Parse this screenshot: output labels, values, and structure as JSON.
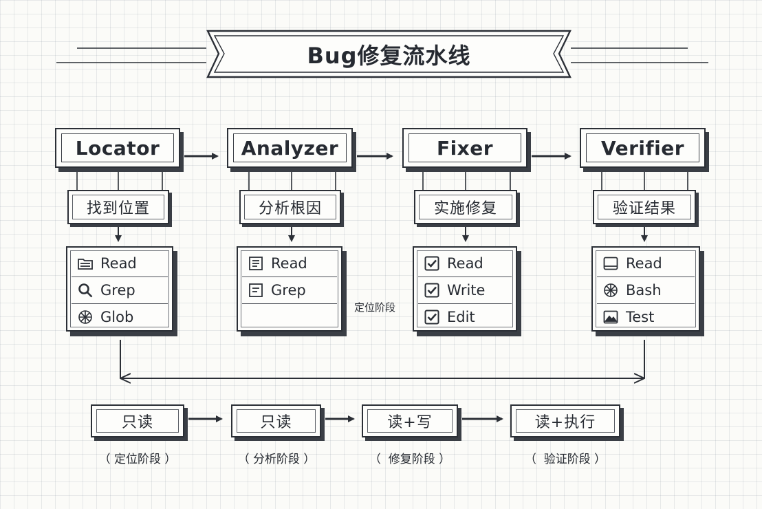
{
  "title": "Bug修复流水线",
  "agents": [
    {
      "name": "Locator",
      "role": "找到位置",
      "tools": [
        {
          "icon": "folder-icon",
          "label": "Read"
        },
        {
          "icon": "magnifier-icon",
          "label": "Grep"
        },
        {
          "icon": "globe-icon",
          "label": "Glob"
        }
      ]
    },
    {
      "name": "Analyzer",
      "role": "分析根因",
      "tools": [
        {
          "icon": "document-icon",
          "label": "Read"
        },
        {
          "icon": "document-icon",
          "label": "Grep"
        },
        {
          "icon": "",
          "label": ""
        }
      ]
    },
    {
      "name": "Fixer",
      "role": "实施修复",
      "tools": [
        {
          "icon": "checkbox-icon",
          "label": "Read"
        },
        {
          "icon": "checkbox-icon",
          "label": "Write"
        },
        {
          "icon": "checkbox-icon",
          "label": "Edit"
        }
      ]
    },
    {
      "name": "Verifier",
      "role": "验证结果",
      "tools": [
        {
          "icon": "terminal-icon",
          "label": "Read"
        },
        {
          "icon": "globe-icon",
          "label": "Bash"
        },
        {
          "icon": "image-icon",
          "label": "Test"
        }
      ]
    }
  ],
  "floating_note": "定位阶段",
  "permissions": [
    {
      "label": "只读",
      "phase": "（ 定位阶段 ）"
    },
    {
      "label": "只读",
      "phase": "（ 分析阶段 ）"
    },
    {
      "label": "读+写",
      "phase": "（  修复阶段 ）"
    },
    {
      "label": "读+执行",
      "phase": "（  验证阶段 ）"
    }
  ]
}
